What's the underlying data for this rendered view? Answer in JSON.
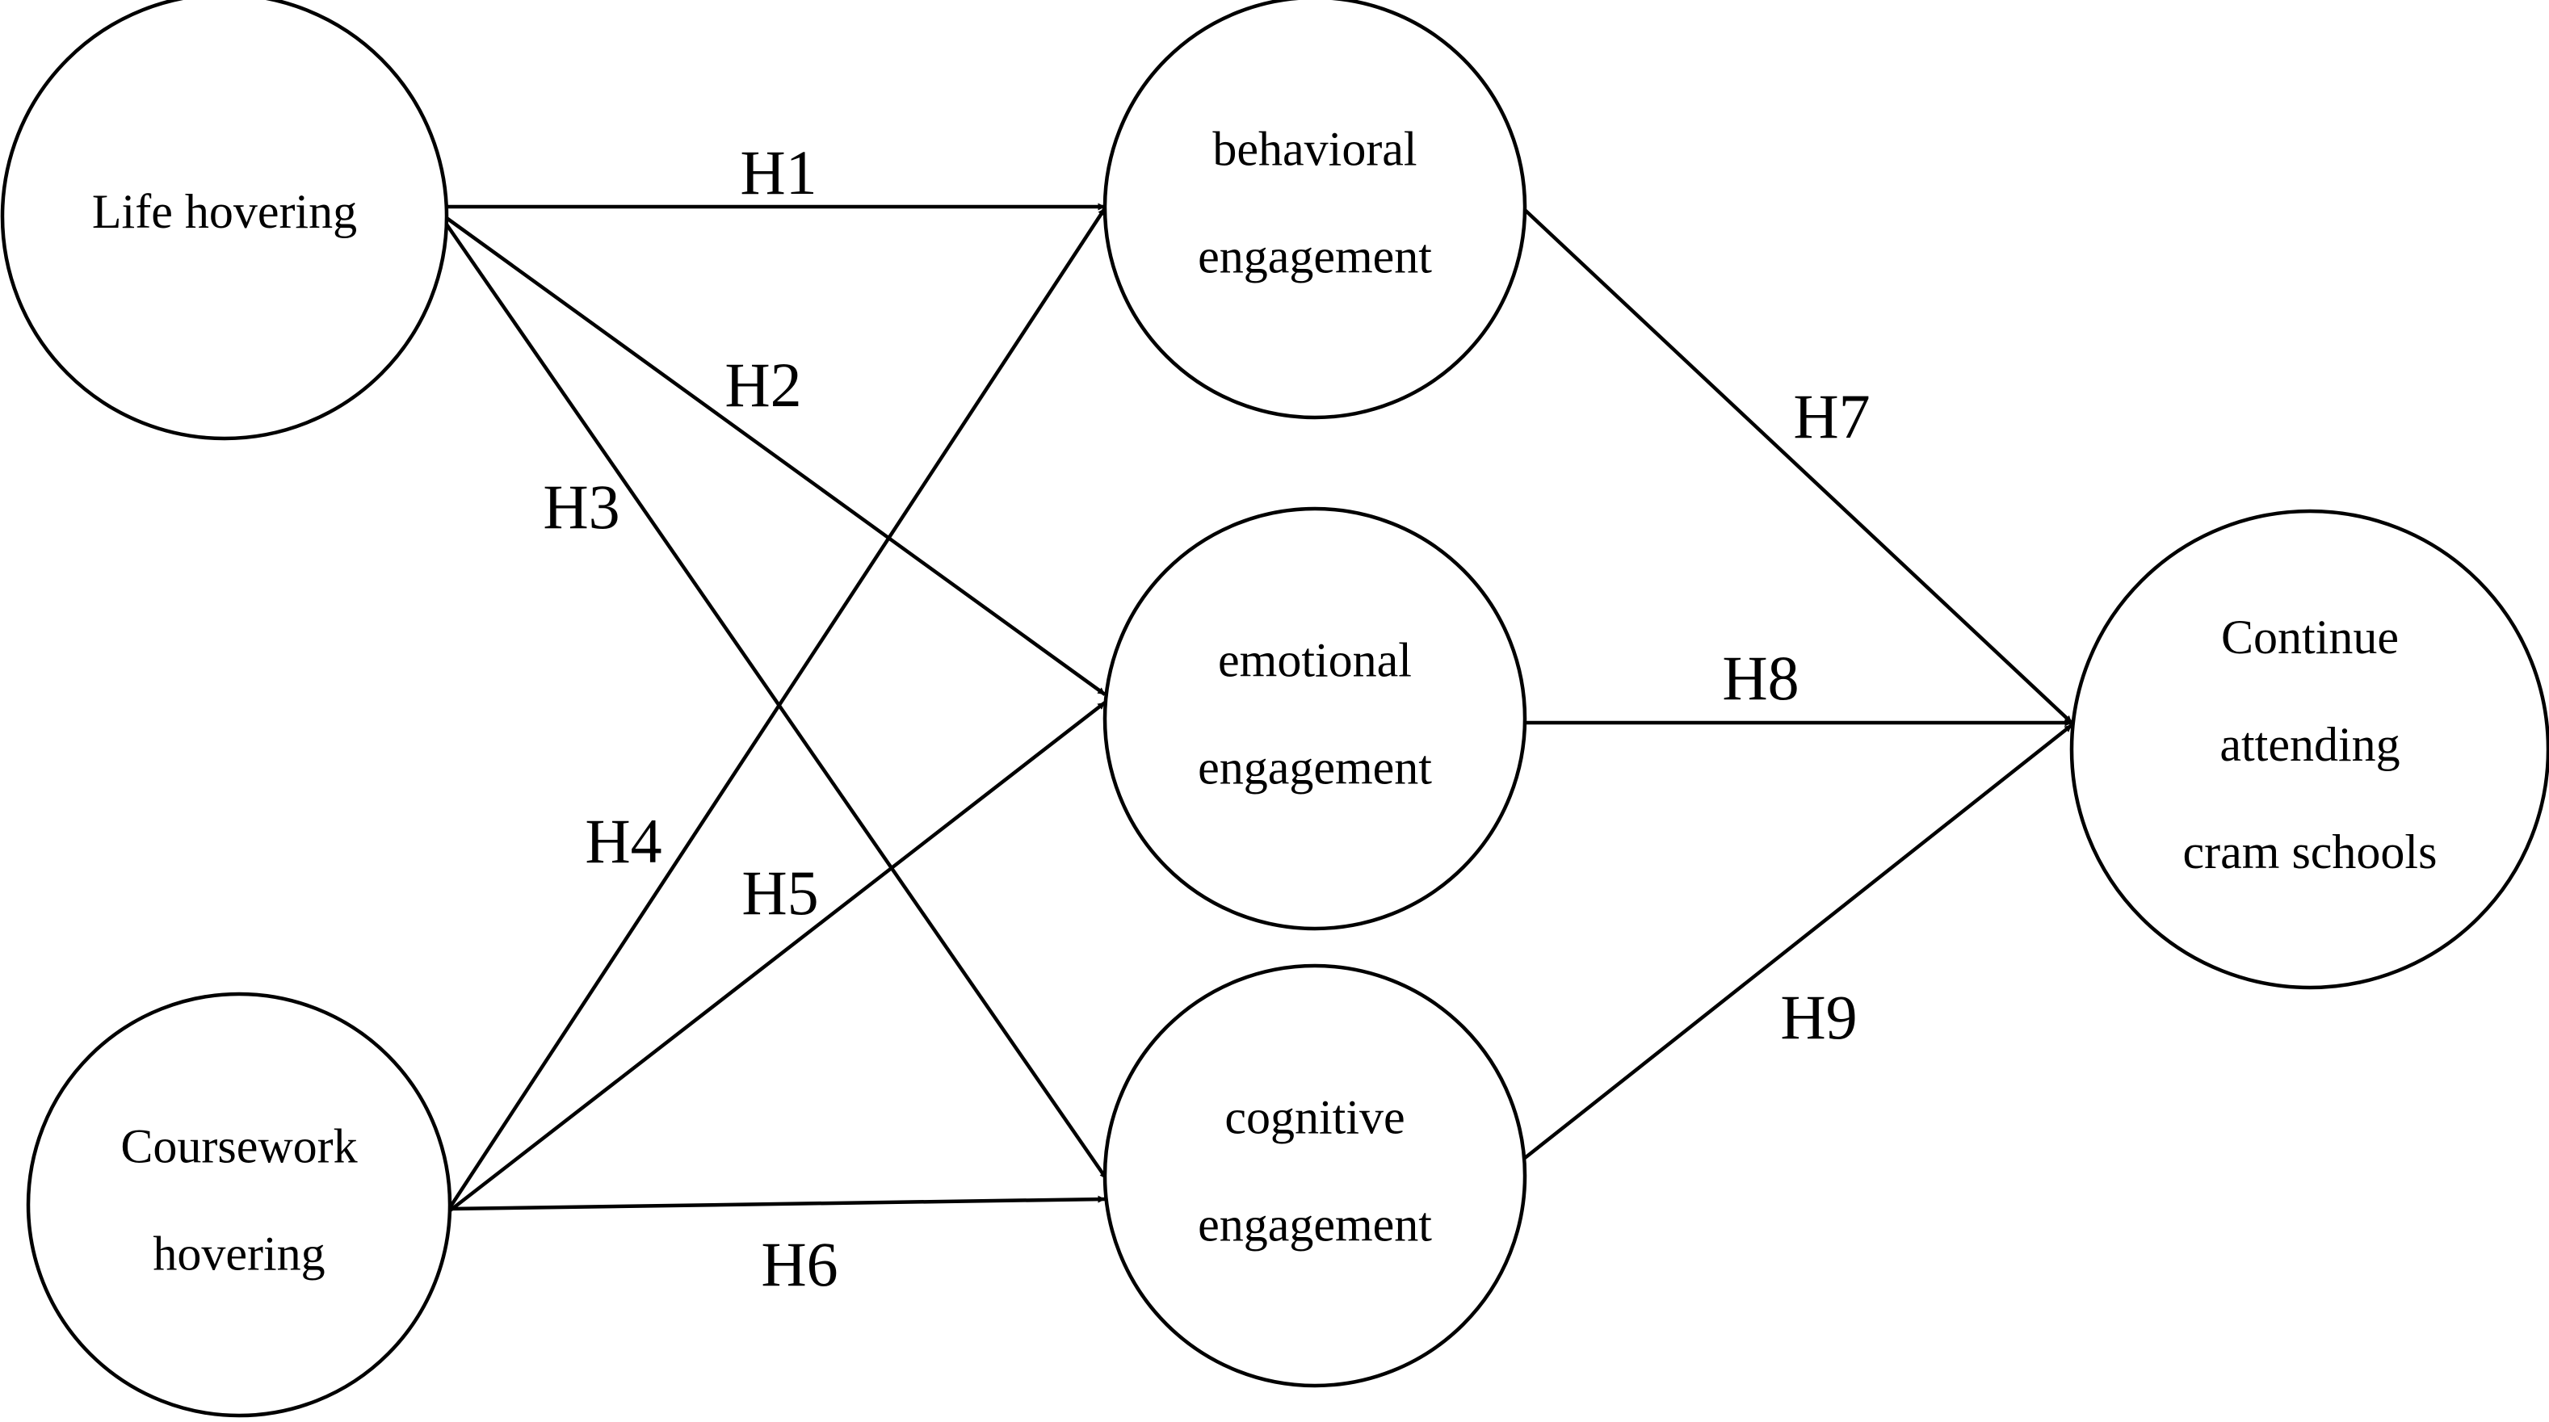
{
  "nodes": [
    {
      "id": "life-hovering",
      "lines": [
        "Life hovering"
      ]
    },
    {
      "id": "coursework-hovering",
      "lines": [
        "Coursework",
        "hovering"
      ]
    },
    {
      "id": "behavioral-engagement",
      "lines": [
        "behavioral",
        "engagement"
      ]
    },
    {
      "id": "emotional-engagement",
      "lines": [
        "emotional",
        "engagement"
      ]
    },
    {
      "id": "cognitive-engagement",
      "lines": [
        "cognitive",
        "engagement"
      ]
    },
    {
      "id": "continue-attending",
      "lines": [
        "Continue",
        "attending",
        "cram schools"
      ]
    }
  ],
  "edges": [
    {
      "label": "H1",
      "from": "life-hovering",
      "to": "behavioral-engagement"
    },
    {
      "label": "H2",
      "from": "life-hovering",
      "to": "emotional-engagement"
    },
    {
      "label": "H3",
      "from": "life-hovering",
      "to": "cognitive-engagement"
    },
    {
      "label": "H4",
      "from": "coursework-hovering",
      "to": "behavioral-engagement"
    },
    {
      "label": "H5",
      "from": "coursework-hovering",
      "to": "emotional-engagement"
    },
    {
      "label": "H6",
      "from": "coursework-hovering",
      "to": "cognitive-engagement"
    },
    {
      "label": "H7",
      "from": "behavioral-engagement",
      "to": "continue-attending"
    },
    {
      "label": "H8",
      "from": "emotional-engagement",
      "to": "continue-attending"
    },
    {
      "label": "H9",
      "from": "cognitive-engagement",
      "to": "continue-attending"
    }
  ],
  "colors": {
    "stroke": "#000000",
    "background": "#ffffff"
  }
}
